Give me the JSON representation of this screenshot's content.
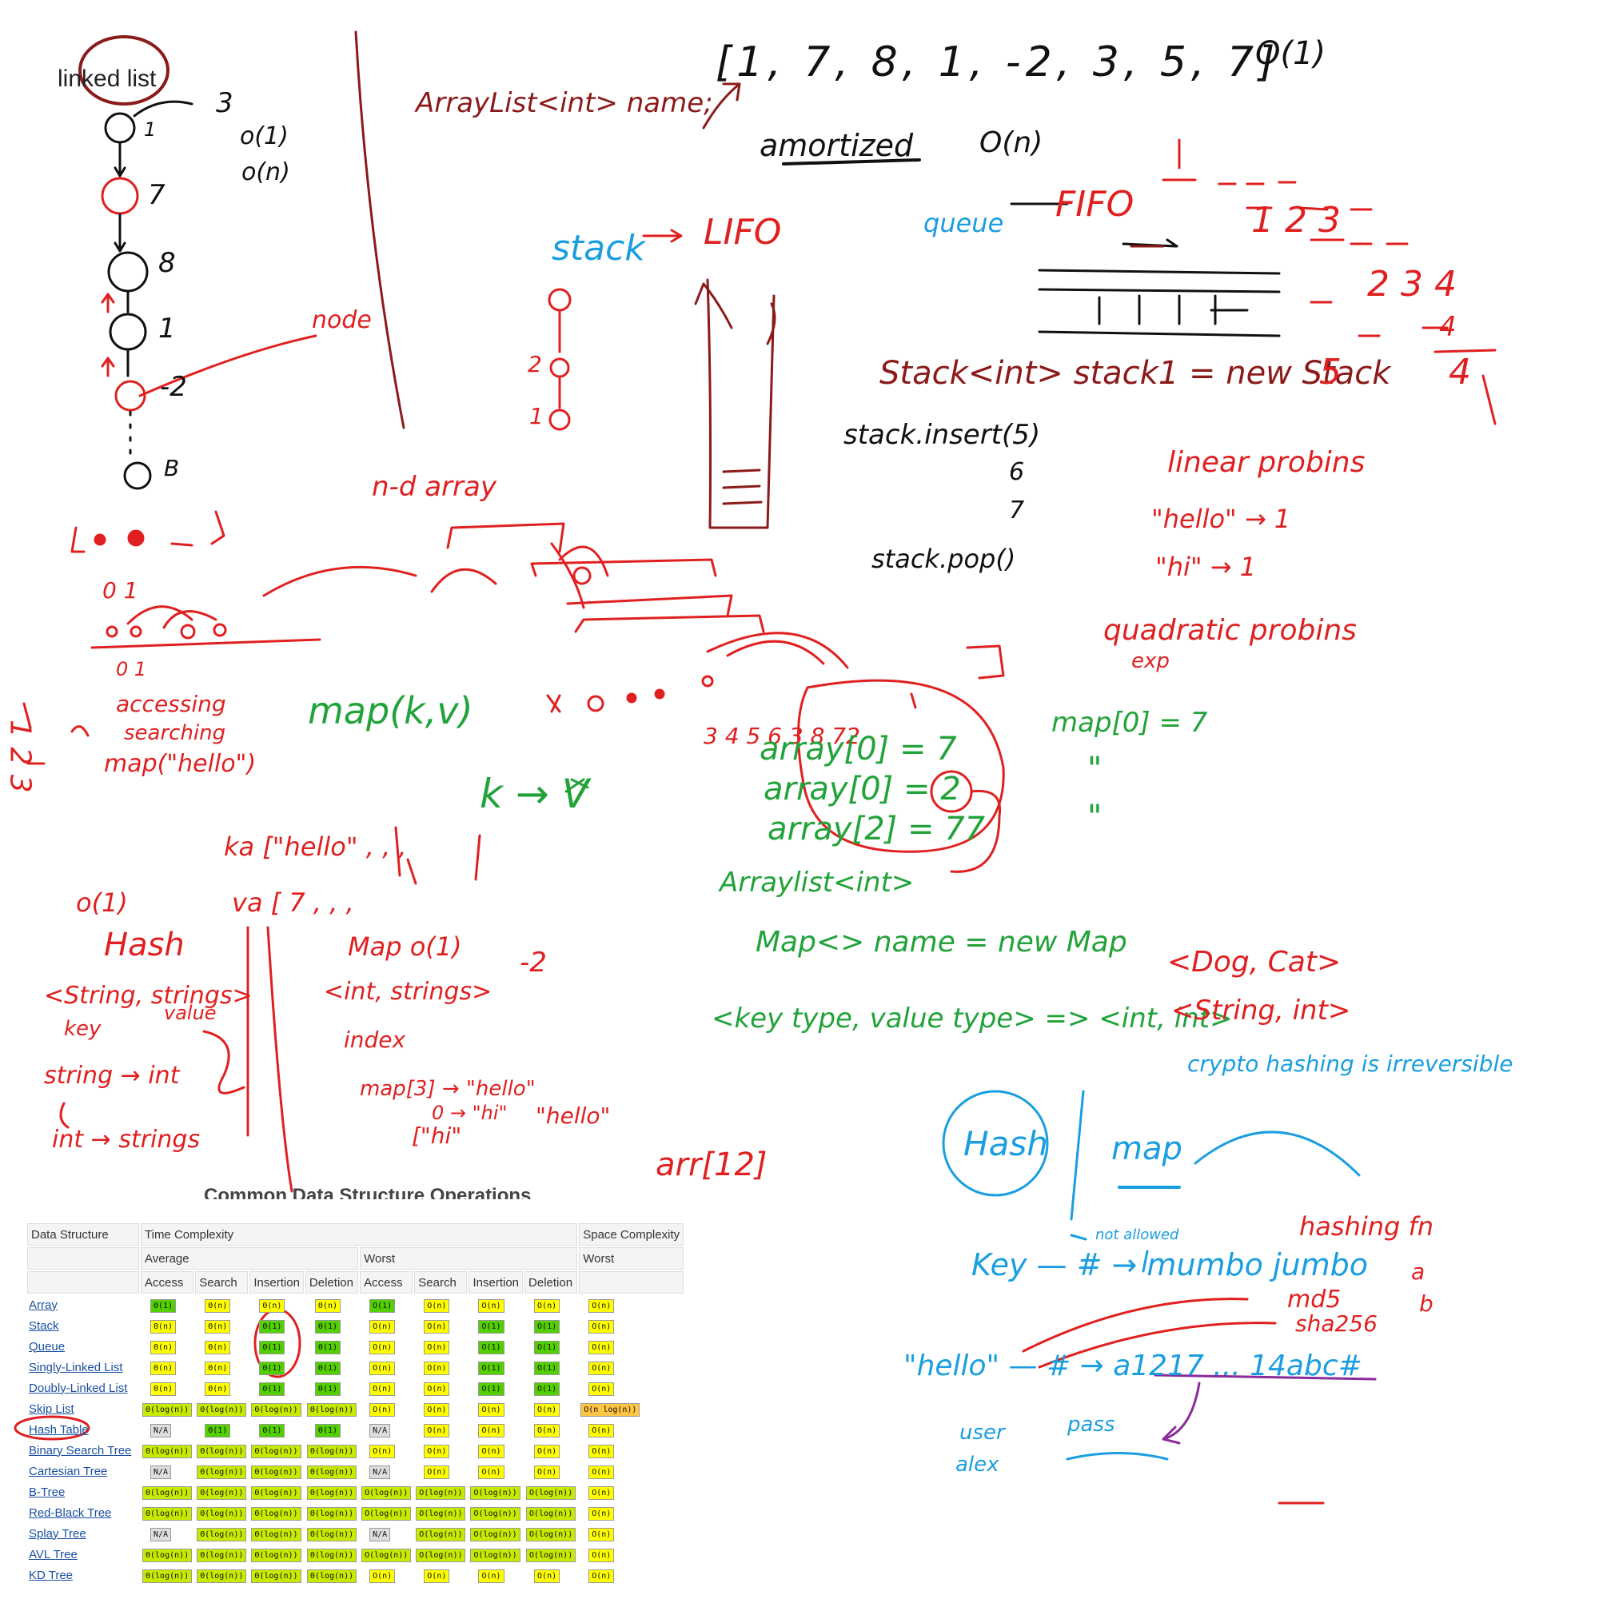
{
  "colors": {
    "dark_red": "#8b1a1a",
    "red": "#e02020",
    "green": "#22a33a",
    "blue": "#1a9ee0",
    "purple": "#8a2c9a",
    "ink": "#111111",
    "excellent": "#53d000",
    "good": "#c8ea00",
    "fair": "#ffff00",
    "bad": "#ffc543",
    "na": "#dddddd"
  },
  "notes": {
    "linked_list_title": "linked list",
    "ll_n1": "3",
    "ll_n2": "1",
    "ll_n3": "7",
    "ll_n4": "8",
    "ll_n5": "1",
    "ll_n6": "-2",
    "ll_n7": "B",
    "ll_o1": "o(1)",
    "ll_on": "o(n)",
    "node": "node",
    "arraylist_decl": "ArrayList<int> name;",
    "array_values": "[1, 7, 8, 1, -2, 3, 5, 7]",
    "o1": "O(1)",
    "amortized": "amortized",
    "amortized_on": "O(n)",
    "stack": "stack",
    "lifo": "LIFO",
    "queue": "queue",
    "fifo": "FIFO",
    "stack_2": "2",
    "stack_1": "1",
    "stack_decl": "Stack<int> stack1 = new Stack",
    "stack_insert": "stack.insert(5)",
    "stack_6": "6",
    "stack_7": "7",
    "stack_pop": "stack.pop()",
    "q_row1": "1 2 3",
    "q_row2": "2 3 4",
    "q_4": "4",
    "q_row3": "5 4",
    "linear_probing": "linear probins",
    "hello_1": "\"hello\" → 1",
    "hi_1": "\"hi\" → 1",
    "quadratic": "quadratic probins",
    "exp": "exp",
    "nd_array": "n-d array",
    "idx_01a": "0 1",
    "idx_01b": "0 1",
    "accessing": "accessing",
    "searching": "searching",
    "map_hello": "map(\"hello\")",
    "side_nums": "1 2 3",
    "map_kv": "map(k,v)",
    "kv": "k → V",
    "nums_row": "3 4 5 6 3 8 72",
    "array_0": "array[0] = 7",
    "array_1": "array[0] = 2",
    "array_2": "array[2] = 77",
    "map0": "map[0] = 7",
    "ditto1": "\"",
    "ditto2": "\"",
    "arraylist_int": "Arraylist<int>",
    "map_decl": "Map<> name = new Map",
    "key_value": "<key type, value type> => <int, int>",
    "dog_cat": "<Dog, Cat>",
    "string_int": "<String, int>",
    "ka": "ka [\"hello\" , , ,",
    "va": "va [ 7 , , ,",
    "map_o1": "Map o(1)",
    "int_strings": "<int, strings>",
    "neg2": "-2",
    "index": "index",
    "map3": "map[3] → \"hello\"",
    "zero_hi": "0 → \"hi\"",
    "arr_hi": "[\"hi\"",
    "hello_q": "\"hello\"",
    "arr12": "arr[12]",
    "o1_hash": "o(1)",
    "hash": "Hash",
    "string_strings": "<String, strings>",
    "key": "key",
    "value": "value",
    "string_int2": "string → int",
    "int_strings2": "int → strings",
    "hash_circle": "Hash",
    "map_word": "map",
    "crypto": "crypto hashing is irreversible",
    "key_hash": "Key — # → mumbo jumbo",
    "not_allowed": "not allowed",
    "hashing_fn": "hashing fn",
    "md5": "md5",
    "sha256": "sha256",
    "a": "a",
    "b": "b",
    "hello_hash": "\"hello\" — # → a1217 ... 14abc#",
    "user": "user",
    "pass": "pass",
    "alex": "alex"
  },
  "table": {
    "title": "Common Data Structure Operations",
    "header_data_structure": "Data Structure",
    "header_time": "Time Complexity",
    "header_space": "Space Complexity",
    "header_average": "Average",
    "header_worst": "Worst",
    "header_space_worst": "Worst",
    "ops": [
      "Access",
      "Search",
      "Insertion",
      "Deletion",
      "Access",
      "Search",
      "Insertion",
      "Deletion"
    ],
    "rows": [
      {
        "name": "Array",
        "cells": [
          [
            "Θ(1)",
            "excellent"
          ],
          [
            "Θ(n)",
            "fair"
          ],
          [
            "Θ(n)",
            "fair"
          ],
          [
            "Θ(n)",
            "fair"
          ],
          [
            "O(1)",
            "excellent"
          ],
          [
            "O(n)",
            "fair"
          ],
          [
            "O(n)",
            "fair"
          ],
          [
            "O(n)",
            "fair"
          ],
          [
            "O(n)",
            "fair"
          ]
        ]
      },
      {
        "name": "Stack",
        "cells": [
          [
            "Θ(n)",
            "fair"
          ],
          [
            "Θ(n)",
            "fair"
          ],
          [
            "Θ(1)",
            "excellent"
          ],
          [
            "Θ(1)",
            "excellent"
          ],
          [
            "O(n)",
            "fair"
          ],
          [
            "O(n)",
            "fair"
          ],
          [
            "O(1)",
            "excellent"
          ],
          [
            "O(1)",
            "excellent"
          ],
          [
            "O(n)",
            "fair"
          ]
        ]
      },
      {
        "name": "Queue",
        "cells": [
          [
            "Θ(n)",
            "fair"
          ],
          [
            "Θ(n)",
            "fair"
          ],
          [
            "Θ(1)",
            "excellent"
          ],
          [
            "Θ(1)",
            "excellent"
          ],
          [
            "O(n)",
            "fair"
          ],
          [
            "O(n)",
            "fair"
          ],
          [
            "O(1)",
            "excellent"
          ],
          [
            "O(1)",
            "excellent"
          ],
          [
            "O(n)",
            "fair"
          ]
        ]
      },
      {
        "name": "Singly-Linked List",
        "cells": [
          [
            "Θ(n)",
            "fair"
          ],
          [
            "Θ(n)",
            "fair"
          ],
          [
            "Θ(1)",
            "excellent"
          ],
          [
            "Θ(1)",
            "excellent"
          ],
          [
            "O(n)",
            "fair"
          ],
          [
            "O(n)",
            "fair"
          ],
          [
            "O(1)",
            "excellent"
          ],
          [
            "O(1)",
            "excellent"
          ],
          [
            "O(n)",
            "fair"
          ]
        ]
      },
      {
        "name": "Doubly-Linked List",
        "cells": [
          [
            "Θ(n)",
            "fair"
          ],
          [
            "Θ(n)",
            "fair"
          ],
          [
            "Θ(1)",
            "excellent"
          ],
          [
            "Θ(1)",
            "excellent"
          ],
          [
            "O(n)",
            "fair"
          ],
          [
            "O(n)",
            "fair"
          ],
          [
            "O(1)",
            "excellent"
          ],
          [
            "O(1)",
            "excellent"
          ],
          [
            "O(n)",
            "fair"
          ]
        ]
      },
      {
        "name": "Skip List",
        "cells": [
          [
            "Θ(log(n))",
            "good"
          ],
          [
            "Θ(log(n))",
            "good"
          ],
          [
            "Θ(log(n))",
            "good"
          ],
          [
            "Θ(log(n))",
            "good"
          ],
          [
            "O(n)",
            "fair"
          ],
          [
            "O(n)",
            "fair"
          ],
          [
            "O(n)",
            "fair"
          ],
          [
            "O(n)",
            "fair"
          ],
          [
            "O(n log(n))",
            "bad"
          ]
        ]
      },
      {
        "name": "Hash Table",
        "cells": [
          [
            "N/A",
            "na"
          ],
          [
            "Θ(1)",
            "excellent"
          ],
          [
            "Θ(1)",
            "excellent"
          ],
          [
            "Θ(1)",
            "excellent"
          ],
          [
            "N/A",
            "na"
          ],
          [
            "O(n)",
            "fair"
          ],
          [
            "O(n)",
            "fair"
          ],
          [
            "O(n)",
            "fair"
          ],
          [
            "O(n)",
            "fair"
          ]
        ]
      },
      {
        "name": "Binary Search Tree",
        "cells": [
          [
            "Θ(log(n))",
            "good"
          ],
          [
            "Θ(log(n))",
            "good"
          ],
          [
            "Θ(log(n))",
            "good"
          ],
          [
            "Θ(log(n))",
            "good"
          ],
          [
            "O(n)",
            "fair"
          ],
          [
            "O(n)",
            "fair"
          ],
          [
            "O(n)",
            "fair"
          ],
          [
            "O(n)",
            "fair"
          ],
          [
            "O(n)",
            "fair"
          ]
        ]
      },
      {
        "name": "Cartesian Tree",
        "cells": [
          [
            "N/A",
            "na"
          ],
          [
            "Θ(log(n))",
            "good"
          ],
          [
            "Θ(log(n))",
            "good"
          ],
          [
            "Θ(log(n))",
            "good"
          ],
          [
            "N/A",
            "na"
          ],
          [
            "O(n)",
            "fair"
          ],
          [
            "O(n)",
            "fair"
          ],
          [
            "O(n)",
            "fair"
          ],
          [
            "O(n)",
            "fair"
          ]
        ]
      },
      {
        "name": "B-Tree",
        "cells": [
          [
            "Θ(log(n))",
            "good"
          ],
          [
            "Θ(log(n))",
            "good"
          ],
          [
            "Θ(log(n))",
            "good"
          ],
          [
            "Θ(log(n))",
            "good"
          ],
          [
            "O(log(n))",
            "good"
          ],
          [
            "O(log(n))",
            "good"
          ],
          [
            "O(log(n))",
            "good"
          ],
          [
            "O(log(n))",
            "good"
          ],
          [
            "O(n)",
            "fair"
          ]
        ]
      },
      {
        "name": "Red-Black Tree",
        "cells": [
          [
            "Θ(log(n))",
            "good"
          ],
          [
            "Θ(log(n))",
            "good"
          ],
          [
            "Θ(log(n))",
            "good"
          ],
          [
            "Θ(log(n))",
            "good"
          ],
          [
            "O(log(n))",
            "good"
          ],
          [
            "O(log(n))",
            "good"
          ],
          [
            "O(log(n))",
            "good"
          ],
          [
            "O(log(n))",
            "good"
          ],
          [
            "O(n)",
            "fair"
          ]
        ]
      },
      {
        "name": "Splay Tree",
        "cells": [
          [
            "N/A",
            "na"
          ],
          [
            "Θ(log(n))",
            "good"
          ],
          [
            "Θ(log(n))",
            "good"
          ],
          [
            "Θ(log(n))",
            "good"
          ],
          [
            "N/A",
            "na"
          ],
          [
            "O(log(n))",
            "good"
          ],
          [
            "O(log(n))",
            "good"
          ],
          [
            "O(log(n))",
            "good"
          ],
          [
            "O(n)",
            "fair"
          ]
        ]
      },
      {
        "name": "AVL Tree",
        "cells": [
          [
            "Θ(log(n))",
            "good"
          ],
          [
            "Θ(log(n))",
            "good"
          ],
          [
            "Θ(log(n))",
            "good"
          ],
          [
            "Θ(log(n))",
            "good"
          ],
          [
            "O(log(n))",
            "good"
          ],
          [
            "O(log(n))",
            "good"
          ],
          [
            "O(log(n))",
            "good"
          ],
          [
            "O(log(n))",
            "good"
          ],
          [
            "O(n)",
            "fair"
          ]
        ]
      },
      {
        "name": "KD Tree",
        "cells": [
          [
            "Θ(log(n))",
            "good"
          ],
          [
            "Θ(log(n))",
            "good"
          ],
          [
            "Θ(log(n))",
            "good"
          ],
          [
            "Θ(log(n))",
            "good"
          ],
          [
            "O(n)",
            "fair"
          ],
          [
            "O(n)",
            "fair"
          ],
          [
            "O(n)",
            "fair"
          ],
          [
            "O(n)",
            "fair"
          ],
          [
            "O(n)",
            "fair"
          ]
        ]
      }
    ]
  }
}
